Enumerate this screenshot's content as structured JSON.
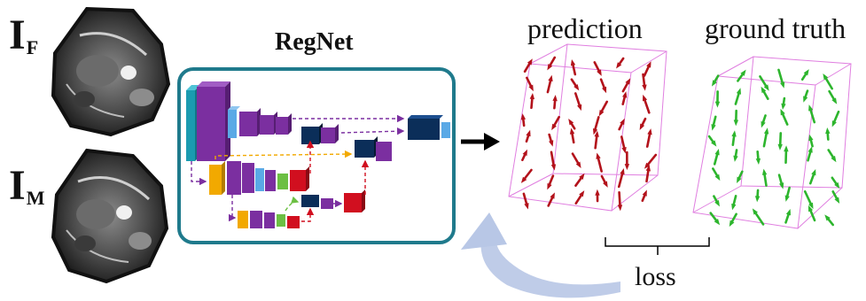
{
  "labels": {
    "fixed_symbol": "I",
    "fixed_subscript": "F",
    "moving_symbol": "I",
    "moving_subscript": "M",
    "network_title": "RegNet",
    "prediction": "prediction",
    "ground_truth": "ground truth",
    "loss": "loss"
  },
  "colors": {
    "network_frame": "#1f7a8c",
    "teal": "#1a9bb0",
    "purple": "#7b2fa0",
    "light_blue": "#5aa9e6",
    "navy": "#0b2e59",
    "orange": "#f2a900",
    "green": "#6cbf43",
    "red": "#d10f1f",
    "prediction_arrows": "#b3121b",
    "ground_truth_arrows": "#2db52d",
    "cube_edges": "#e07fe0",
    "feedback_arrow": "#b8c7e6"
  }
}
